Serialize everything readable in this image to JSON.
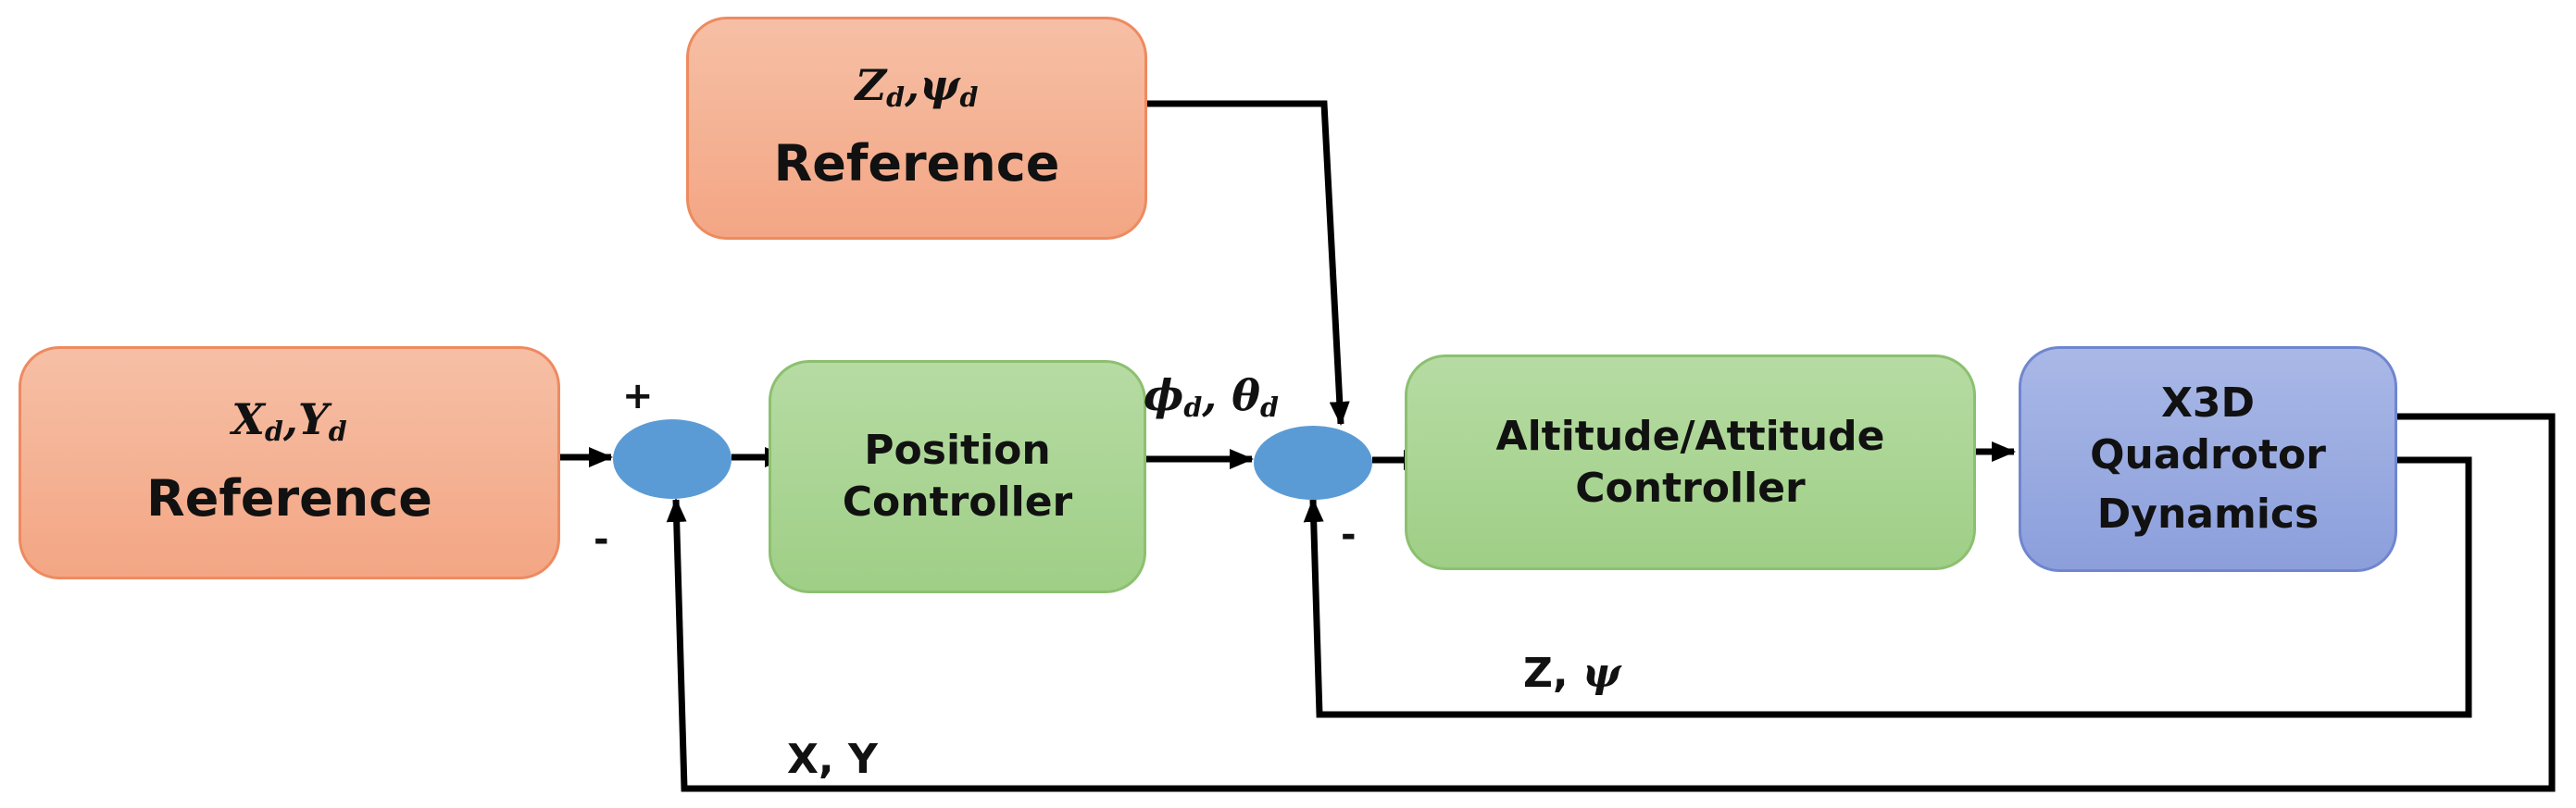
{
  "blocks": {
    "xy_reference": {
      "var1": "X",
      "sub1": "d",
      "sep": ",",
      "var2": "Y",
      "sub2": "d",
      "title": "Reference"
    },
    "zpsi_reference": {
      "var1": "Z",
      "sub1": "d",
      "sep": ",",
      "var2": "ψ",
      "sub2": "d",
      "title": "Reference"
    },
    "position_controller": {
      "line1": "Position",
      "line2": "Controller"
    },
    "attitude_controller": {
      "line1": "Altitude/Attitude",
      "line2": "Controller"
    },
    "plant": {
      "line1": "X3D",
      "line2": "Quadrotor",
      "line3": "Dynamics"
    }
  },
  "signals": {
    "angle_ref": {
      "var1": "ϕ",
      "sub1": "d",
      "sep": ", ",
      "var2": "θ",
      "sub2": "d"
    },
    "z_psi_feedback": {
      "text": "Z, ",
      "var": "ψ"
    },
    "xy_feedback": {
      "text": "X, Y"
    }
  },
  "summing_junctions": {
    "outer": {
      "plus": "+",
      "minus": "-"
    },
    "inner": {
      "minus": "-"
    }
  },
  "colors": {
    "reference_fill": "#f3a684",
    "controller_fill": "#9fcf86",
    "plant_fill": "#8c9fdc",
    "junction_fill": "#5b9bd5",
    "line": "#000000"
  }
}
